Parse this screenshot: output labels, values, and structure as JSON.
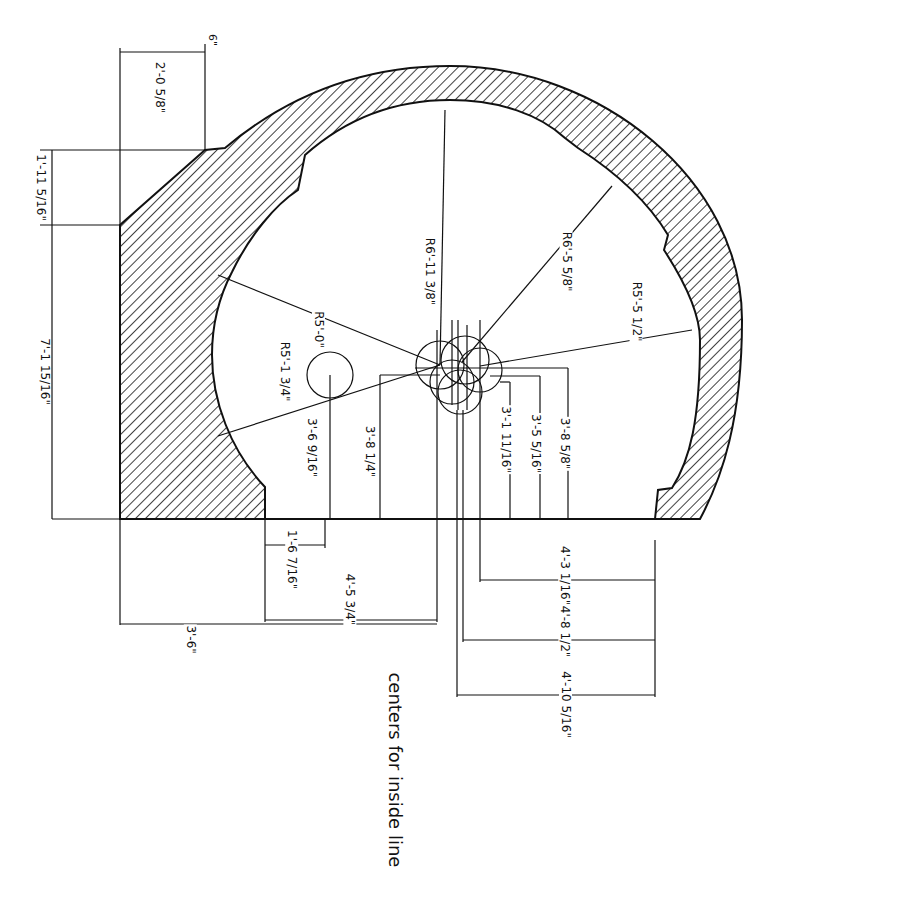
{
  "diagram": {
    "labels": [
      "2'-0 5/8\"",
      "6\"",
      "1'-11 5/16\"",
      "7'-1 15/16\"",
      "R6'-11 3/8\"",
      "R6'-5 5/8\"",
      "R5'-5 1/2\"",
      "R5'-0\"",
      "R5'-1 3/4\"",
      "3'-6 9/16\"",
      "3'-8 1/4\"",
      "3'-1 11/16\"",
      "3'-5 5/16\"",
      "3'-8 5/8\"",
      "1'-6 7/16\"",
      "3'-6\"",
      "4'-5 3/4\"",
      "4'-3 1/16\"",
      "4'-8 1/2\"",
      "4'-10 5/16\"",
      "centers for inside line"
    ]
  }
}
